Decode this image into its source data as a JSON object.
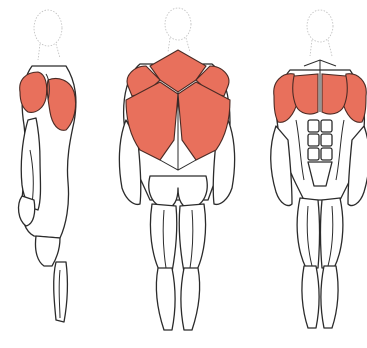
{
  "diagram": {
    "highlight_color": "#E8705C",
    "outline_color": "#2B2B2B",
    "figures": [
      {
        "view": "side",
        "highlighted_regions": [
          "shoulder",
          "upper-chest",
          "upper-back"
        ]
      },
      {
        "view": "back",
        "highlighted_regions": [
          "trapezius",
          "latissimus-left",
          "latissimus-right",
          "rear-deltoids"
        ]
      },
      {
        "view": "front",
        "highlighted_regions": [
          "pectorals",
          "deltoids"
        ]
      }
    ]
  }
}
